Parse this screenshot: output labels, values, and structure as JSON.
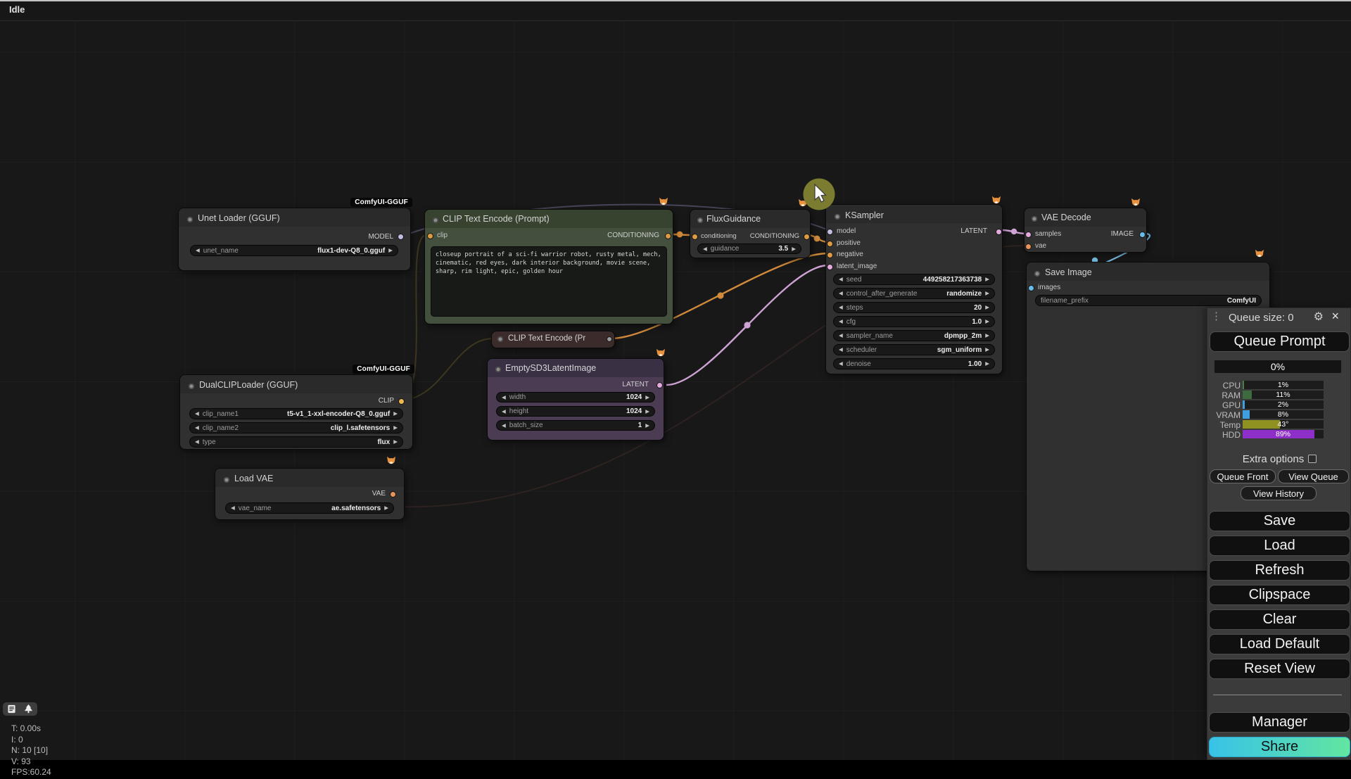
{
  "titlebar": {
    "status": "Idle"
  },
  "icons": {
    "arrow_left": "◀",
    "arrow_right": "▶",
    "gear": "⚙",
    "close": "×",
    "handle": "⋮"
  },
  "colors": {
    "conditioning": "#d08a3a",
    "latent": "#cfa3d6",
    "image": "#7cc0e8",
    "model": "#8e86b4",
    "clip": "#eeb84f",
    "vae": "#e8935a",
    "cursor_highlight": "#7c7c30",
    "share_gradient": [
      "#38c2e8",
      "#62e6a0"
    ]
  },
  "canvas": {
    "nodes": {
      "unet_loader": {
        "badge": "ComfyUI-GGUF",
        "title": "Unet Loader (GGUF)",
        "output_label": "MODEL",
        "widgets": [
          {
            "name": "unet_name",
            "value": "flux1-dev-Q8_0.gguf"
          }
        ]
      },
      "dual_clip_loader": {
        "badge": "ComfyUI-GGUF",
        "title": "DualCLIPLoader (GGUF)",
        "output_label": "CLIP",
        "widgets": [
          {
            "name": "clip_name1",
            "value": "t5-v1_1-xxl-encoder-Q8_0.gguf"
          },
          {
            "name": "clip_name2",
            "value": "clip_l.safetensors"
          },
          {
            "name": "type",
            "value": "flux"
          }
        ]
      },
      "load_vae": {
        "title": "Load VAE",
        "output_label": "VAE",
        "widgets": [
          {
            "name": "vae_name",
            "value": "ae.safetensors"
          }
        ]
      },
      "clip_text_encode": {
        "title": "CLIP Text Encode (Prompt)",
        "input_label": "clip",
        "output_label": "CONDITIONING",
        "prompt": "closeup portrait of a sci-fi warrior robot, rusty metal, mech, cinematic, red eyes, dark interior background, movie scene, sharp, rim light, epic, golden hour"
      },
      "clip_text_encode_2": {
        "title": "CLIP Text Encode (Pr"
      },
      "empty_latent": {
        "title": "EmptySD3LatentImage",
        "output_label": "LATENT",
        "widgets": [
          {
            "name": "width",
            "value": "1024"
          },
          {
            "name": "height",
            "value": "1024"
          },
          {
            "name": "batch_size",
            "value": "1"
          }
        ]
      },
      "flux_guidance": {
        "title": "FluxGuidance",
        "input_label": "conditioning",
        "output_label": "CONDITIONING",
        "widgets": [
          {
            "name": "guidance",
            "value": "3.5"
          }
        ]
      },
      "ksampler": {
        "title": "KSampler",
        "inputs": [
          "model",
          "positive",
          "negative",
          "latent_image"
        ],
        "output_label": "LATENT",
        "widgets": [
          {
            "name": "seed",
            "value": "449258217363738"
          },
          {
            "name": "control_after_generate",
            "value": "randomize"
          },
          {
            "name": "steps",
            "value": "20"
          },
          {
            "name": "cfg",
            "value": "1.0"
          },
          {
            "name": "sampler_name",
            "value": "dpmpp_2m"
          },
          {
            "name": "scheduler",
            "value": "sgm_uniform"
          },
          {
            "name": "denoise",
            "value": "1.00"
          }
        ]
      },
      "vae_decode": {
        "title": "VAE Decode",
        "inputs": [
          "samples",
          "vae"
        ],
        "output_label": "IMAGE"
      },
      "save_image": {
        "title": "Save Image",
        "input_label": "images",
        "widgets": [
          {
            "name": "filename_prefix",
            "value": "ComfyUI"
          }
        ]
      }
    },
    "footer": {
      "stats": [
        "T: 0.00s",
        "I: 0",
        "N: 10 [10]",
        "V: 93",
        "FPS:60.24"
      ]
    }
  },
  "menu": {
    "queue_size_label": "Queue size: 0",
    "queue_prompt": "Queue Prompt",
    "progress": "0%",
    "stats": [
      {
        "label": "CPU",
        "value": "1%",
        "pct": 2,
        "color": "#4f7a4f"
      },
      {
        "label": "RAM",
        "value": "11%",
        "pct": 11,
        "color": "#3e6b3e"
      },
      {
        "label": "GPU",
        "value": "2%",
        "pct": 3,
        "color": "#3fa0e0"
      },
      {
        "label": "VRAM",
        "value": "8%",
        "pct": 9,
        "color": "#3fa0e0"
      },
      {
        "label": "Temp",
        "value": "43°",
        "pct": 46,
        "color": "#8f9121"
      },
      {
        "label": "HDD",
        "value": "89%",
        "pct": 89,
        "color": "#8f2fc9"
      }
    ],
    "extra_options": "Extra options",
    "queue_front": "Queue Front",
    "view_queue": "View Queue",
    "view_history": "View History",
    "buttons": [
      "Save",
      "Load",
      "Refresh",
      "Clipspace",
      "Clear",
      "Load Default",
      "Reset View"
    ],
    "manager": "Manager",
    "share": "Share"
  }
}
